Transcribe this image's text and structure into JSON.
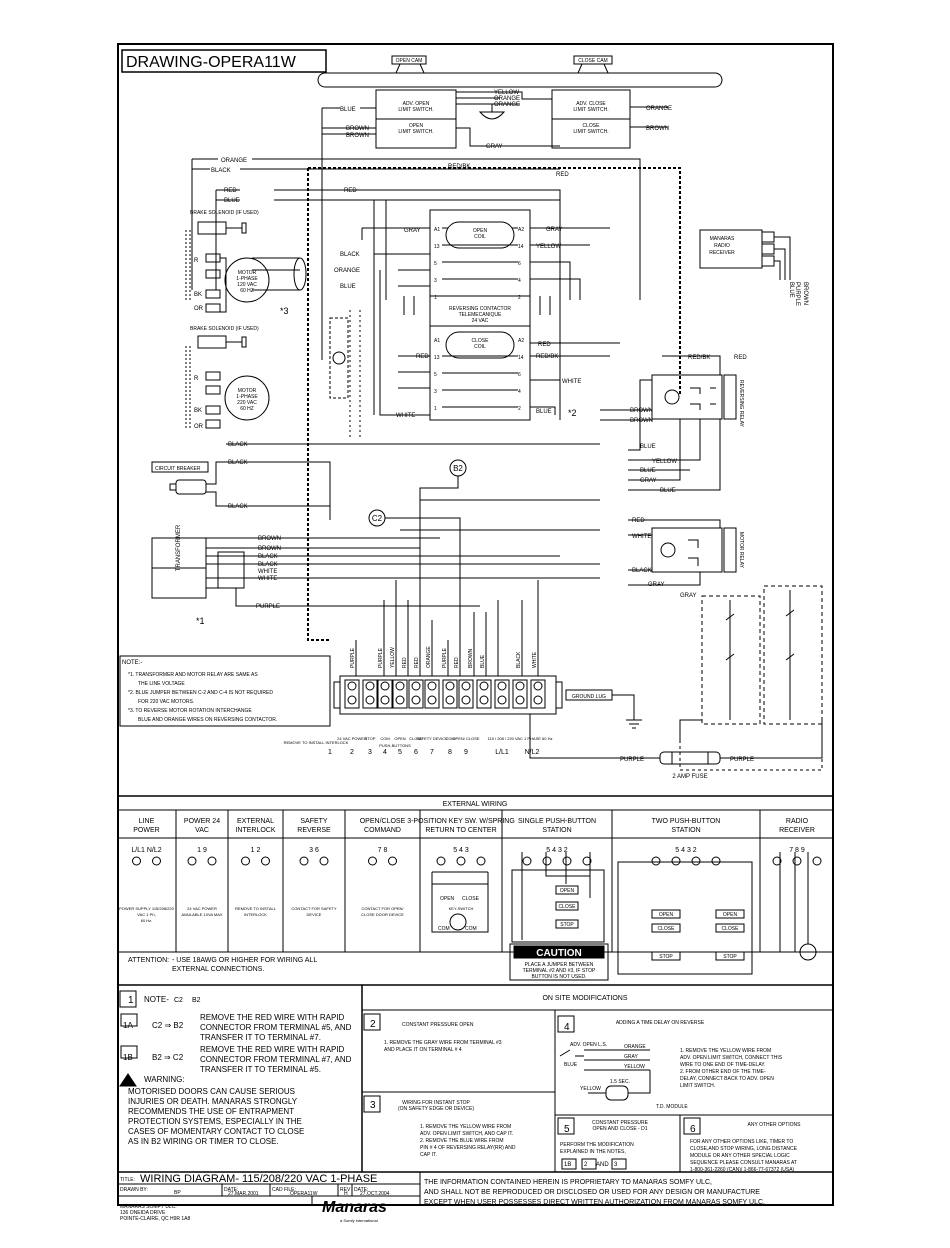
{
  "drawing_title": "DRAWING-OPERA11W",
  "limit_switches": {
    "open_cam": "OPEN CAM",
    "close_cam": "CLOSE CAM",
    "adv_open": [
      "ADV. OPEN",
      "LIMIT SWITCH."
    ],
    "open_limit": [
      "OPEN",
      "LIMIT SWITCH."
    ],
    "adv_close": [
      "ADV. CLOSE",
      "LIMIT SWITCH."
    ],
    "close_limit": [
      "CLOSE",
      "LIMIT SWITCH."
    ]
  },
  "wire_colors": {
    "blue": "BLUE",
    "brown": "BROWN",
    "yellow": "YELLOW",
    "orange": "ORANGE",
    "gray": "GRAY",
    "red": "RED",
    "black": "BLACK",
    "white": "WHITE",
    "purple": "PURPLE",
    "red_bk": "RED/BK"
  },
  "components": {
    "brake_solenoid": "BRAKE SOLENOID (IF USED)",
    "motor_115": [
      "MOTOR",
      "1-PHASE",
      "120 VAC",
      "60 HZ"
    ],
    "motor_220": [
      "MOTOR",
      "1-PHASE",
      "220 VAC",
      "60 HZ"
    ],
    "circuit_breaker": "CIRCUIT BREAKER",
    "transformer": "TRANSFORMER",
    "open_coil": [
      "OPEN",
      "COIL"
    ],
    "close_coil": [
      "CLOSE",
      "COIL"
    ],
    "reversing_contactor": [
      "REVERSING CONTACTOR",
      "TELEMECANIQUE",
      "24 VAC"
    ],
    "radio_receiver": [
      "MANARAS",
      "RADIO",
      "RECEIVER"
    ],
    "reversing_relay": "REVERSING RELAY",
    "motor_relay": "MOTOR RELAY",
    "ground_lug": "GROUND LUG",
    "fuse": "2 AMP FUSE",
    "marks": [
      "*1",
      "*2",
      "*3"
    ],
    "b2": "B2",
    "c2": "C2"
  },
  "notes": {
    "heading": "NOTE:-",
    "lines": [
      "*1. TRANSFORMER AND MOTOR RELAY ARE SAME AS",
      "THE LINE VOLTAGE",
      "*2. BLUE JUMPER BETWEEN C-2 AND C-4 IS NOT REQUIRED",
      "FOR 220 VAC MOTORS.",
      "*3. TO REVERSE MOTOR ROTATION INTERCHANGE",
      "BLUE AND ORANGE WIRES ON REVERSING CONTACTOR."
    ]
  },
  "terminal_block": {
    "numbers": [
      "1",
      "2",
      "3",
      "4",
      "5",
      "6",
      "7",
      "8",
      "9",
      "L/L1",
      "N/L2"
    ],
    "labels": [
      "24 VAC POWER",
      "STOP",
      "COM",
      "OPEN",
      "CLOSE",
      "SAFETY DEVICE",
      "COM",
      "OPEN/ CLOSE",
      "115 / 208 / 220 VAC 1 PHASE 60 Hz"
    ],
    "push_buttons": "PUSH-BUTTONS",
    "interlock": "REMOVE TO INSTALL INTERLOCK"
  },
  "external_wiring": {
    "heading": "EXTERNAL WIRING",
    "columns": [
      {
        "title": "LINE POWER",
        "terms": "L/L1  N/L2",
        "desc": "POWER SUPPLY 115/208/220 VAC 1 Ph, 60 Hz."
      },
      {
        "title": "POWER 24 VAC",
        "terms": "1  9",
        "desc": "24 VAC POWER AVAILABLE 10VA MAX"
      },
      {
        "title": "EXTERNAL INTERLOCK",
        "terms": "1  2",
        "desc": "REMOVE TO INSTALL INTERLOCK"
      },
      {
        "title": "SAFETY REVERSE",
        "terms": "3  6",
        "desc": "CONTACT FOR SAFETY DEVICE"
      },
      {
        "title": "OPEN/CLOSE COMMAND",
        "terms": "7  8",
        "desc": "CONTACT FOR OPEN/ CLOSE DOOR DEVICE"
      },
      {
        "title": "3-POSITION KEY SW. W/SPRING RETURN TO CENTER",
        "terms": "5  4  3",
        "desc": "KEY-SWITCH"
      },
      {
        "title": "SINGLE PUSH-BUTTON STATION",
        "terms": "5  4  3  2",
        "desc": ""
      },
      {
        "title": "TWO PUSH-BUTTON STATION",
        "terms": "5  4  3  2",
        "desc": ""
      },
      {
        "title": "RADIO RECEIVER",
        "terms": "7  8  9",
        "desc": ""
      }
    ],
    "key_labels": [
      "OPEN",
      "CLOSE",
      "COM",
      "COM"
    ],
    "button_labels": [
      "OPEN",
      "CLOSE",
      "STOP"
    ],
    "caution_title": "CAUTION",
    "caution_text": [
      "PLACE A JUMPER BETWEEN",
      "TERMINAL #2 AND #3, IF STOP",
      "BUTTON IS NOT USED."
    ],
    "attention": "ATTENTION:",
    "attention_text": [
      "- USE 18AWG OR HIGHER FOR WIRING ALL",
      "EXTERNAL CONNECTIONS."
    ]
  },
  "note_1": {
    "num": "1",
    "title": "NOTE-",
    "c2": "C2",
    "b2": "B2",
    "items": [
      {
        "tag": "1A",
        "from": "C2",
        "to": "B2",
        "text": [
          "REMOVE THE RED WIRE WITH RAPID",
          "CONNECTOR FROM TERMINAL #5, AND",
          "TRANSFER IT TO TERMINAL #7."
        ]
      },
      {
        "tag": "1B",
        "from": "B2",
        "to": "C2",
        "text": [
          "REMOVE THE RED WIRE WITH RAPID",
          "CONNECTOR FROM TERMINAL #7, AND",
          "TRANSFER IT TO TERMINAL #5."
        ]
      }
    ],
    "warning": "WARNING:",
    "warning_text": [
      "MOTORISED DOORS CAN CAUSE SERIOUS",
      "INJURIES OR DEATH. MANARAS STRONGLY",
      "RECOMMENDS THE USE OF ENTRAPMENT",
      "PROTECTION SYSTEMS, ESPECIALLY IN THE",
      "CASES OF MOMENTARY CONTACT TO CLOSE",
      "AS IN B2 WIRING OR TIMER TO CLOSE."
    ]
  },
  "on_site": {
    "heading": "ON SITE MODIFICATIONS",
    "m2": {
      "num": "2",
      "title": "CONSTANT PRESSURE OPEN",
      "text": [
        "1. REMOVE THE GRAY WIRE FROM TERMINAL #3",
        "AND PLACE IT ON TERMINAL # 4"
      ]
    },
    "m3": {
      "num": "3",
      "title": [
        "WIRING FOR INSTANT STOP",
        "(ON SAFETY EDGE OR DEVICE)"
      ],
      "text": [
        "1. REMOVE THE YELLOW WIRE FROM",
        "ADV. OPEN LIMIT SWITCH, AND CAP IT.",
        "2. REMOVE THE BLUE WIRE FROM",
        "PIN # 4 OF REVERSING RELAY(RR) AND",
        "CAP IT."
      ]
    },
    "m4": {
      "num": "4",
      "title": "ADDING A TIME DELAY ON REVERSE",
      "diagram": [
        "ADV. OPEN L.S.",
        "ORANGE",
        "GRAY",
        "YELLOW",
        "BLUE",
        "YELLOW",
        "1.5 SEC.",
        "T.D. MODULE"
      ],
      "text": [
        "1. REMOVE THE YELLOW WIRE FROM",
        "ADV. OPEN LIMIT SWITCH, CONNECT THIS",
        "WIRE TO ONE END OF TIME-DELAY.",
        "2. FROM OTHER END OF THE TIME-",
        "DELAY, CONNECT BACK TO ADV. OPEN",
        "LIMIT SWITCH."
      ]
    },
    "m5": {
      "num": "5",
      "title": [
        "CONSTANT PRESSURE",
        "OPEN AND CLOSE - D1"
      ],
      "text": [
        "PERFORM THE MODIFICATION",
        "EXPLAINED IN THE NOTES,"
      ],
      "refs": [
        "1B",
        "2",
        "AND",
        "3"
      ]
    },
    "m6": {
      "num": "6",
      "title": "ANY OTHER OPTIONS",
      "text": [
        "FOR ANY OTHER OPTIONS LIKE, TIMER TO",
        "CLOSE,AND STOP WIRING, LONG DISTANCE",
        "MODULE OR ANY OTHER SPECIAL LOGIC",
        "SEQUENCE PLEASE CONSULT MANARAS AT",
        "1-800-361-2260 (CAN)/ 1-866-77-67372 (USA)"
      ]
    }
  },
  "title_block": {
    "title_label": "TITLE:",
    "title": "WIRING DIAGRAM- 115/208/220 VAC 1-PHASE",
    "drawn_by_label": "DRAWN BY:",
    "drawn_by": "BP",
    "date_label": "DATE:",
    "date": "27.MAR.2001",
    "cad_label": "CAD FILE:",
    "cad": "OPERA11W",
    "rev_label": "REV",
    "rev": "H",
    "rev_date_label": "DATE:",
    "rev_date": "27.OCT.2004",
    "company": [
      "MANARAS SOMFY ULC.",
      "136 ONEIDA DRIVE",
      "POINTE-CLAIRE, QC H9R 1A8"
    ],
    "logo": "Manaras",
    "logo_sub": "a Somfy international",
    "proprietary": [
      "THE INFORMATION CONTAINED HEREIN IS PROPRIETARY TO MANARAS SOMFY ULC,",
      "AND SHALL NOT BE REPRODUCED OR DISCLOSED OR USED FOR ANY DESIGN OR MANUFACTURE",
      "EXCEPT WHEN USER POSSESSES DIRECT WRITTEN AUTHORIZATION FROM MANARAS SOMFY ULC."
    ]
  }
}
